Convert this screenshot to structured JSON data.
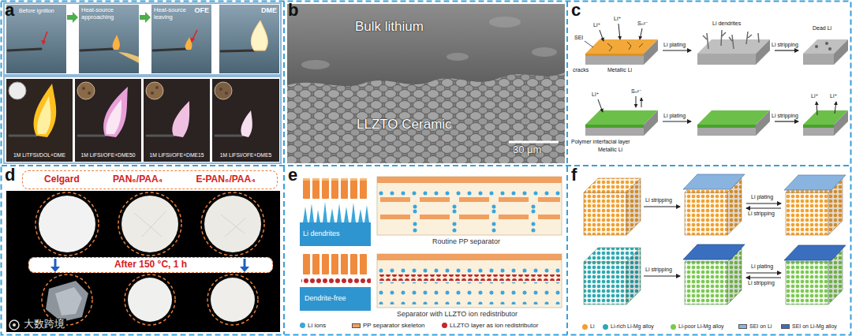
{
  "diagram": {
    "nodes": [
      {
        "text": [
          "a"
        ]
      },
      {
        "text": [
          "Before ignition"
        ],
        "in": 0
      },
      {
        "text": [
          "Heat-source approaching"
        ],
        "in": 0
      },
      {
        "text": [
          "Heat-source leaving",
          "OFE"
        ],
        "in": 0
      },
      {
        "text": [
          "DME"
        ],
        "in": 0
      },
      {
        "text": [
          "1M LiTFSI/DOL+DME"
        ],
        "in": 0
      },
      {
        "text": [
          "1M LiFSI/OFE+DME50"
        ],
        "in": 0
      },
      {
        "text": [
          "1M LiFSI/OFE+DME15"
        ],
        "in": 0
      },
      {
        "text": [
          "1M LiFSI/OFE+DME5"
        ],
        "in": 0
      },
      {
        "text": [
          "b"
        ]
      },
      {
        "text": [
          "c"
        ]
      },
      {
        "text": [
          "d"
        ]
      },
      {
        "text": [
          "Celgard",
          "PAN₆/PAA₄",
          "E-PAN₆/PAA₄"
        ],
        "in": 11
      },
      {
        "text": [
          "After 150 °C, 1 h"
        ],
        "in": 11
      },
      {
        "text": [
          "e"
        ]
      },
      {
        "text": [
          "f"
        ]
      }
    ],
    "edges": [
      {
        "from": 1,
        "to": 2,
        "arrow": "to"
      },
      {
        "from": 2,
        "to": 3,
        "arrow": "to"
      }
    ],
    "labels": [
      "Bulk lithium",
      "LLZTO Ceramic",
      "30 μm",
      "Li⁺",
      "Li⁺",
      "Sₙ²⁻",
      "SEI",
      "cracks",
      "Metallic Li",
      "Li plating",
      "Li dendrites",
      "Li stripping",
      "Dead Li",
      "Li⁺",
      "Sₙ²⁻",
      "Polymer interfacial layer",
      "Metallic Li",
      "Li plating",
      "Li stripping",
      "Li⁺",
      "Li⁺",
      "Li dendrites",
      "Routine PP separator",
      "Dendrite-free",
      "Separator with LLZTO ion redistributor",
      "Li stripping",
      "Li plating",
      "Li stripping",
      "Li stripping",
      "Li plating",
      "Li stripping",
      "大数跨境"
    ],
    "legend": [
      {
        "text": "Li ions",
        "color": "#3aa6dc"
      },
      {
        "text": "PP separator skeleton",
        "color": "#f0a060"
      },
      {
        "text": "LLZTO layer as ion redistributor",
        "color": "#c0282a"
      },
      {
        "text": "Li",
        "color": "#f0a030"
      },
      {
        "text": "Li-rich Li-Mg alloy",
        "color": "#2fa8b0"
      },
      {
        "text": "Li-poor Li-Mg alloy",
        "color": "#7cc850"
      },
      {
        "text": "SEI on Li",
        "color": "#8ab4e0"
      },
      {
        "text": "SEI on Li-Mg alloy",
        "color": "#3a6fc0"
      }
    ]
  }
}
